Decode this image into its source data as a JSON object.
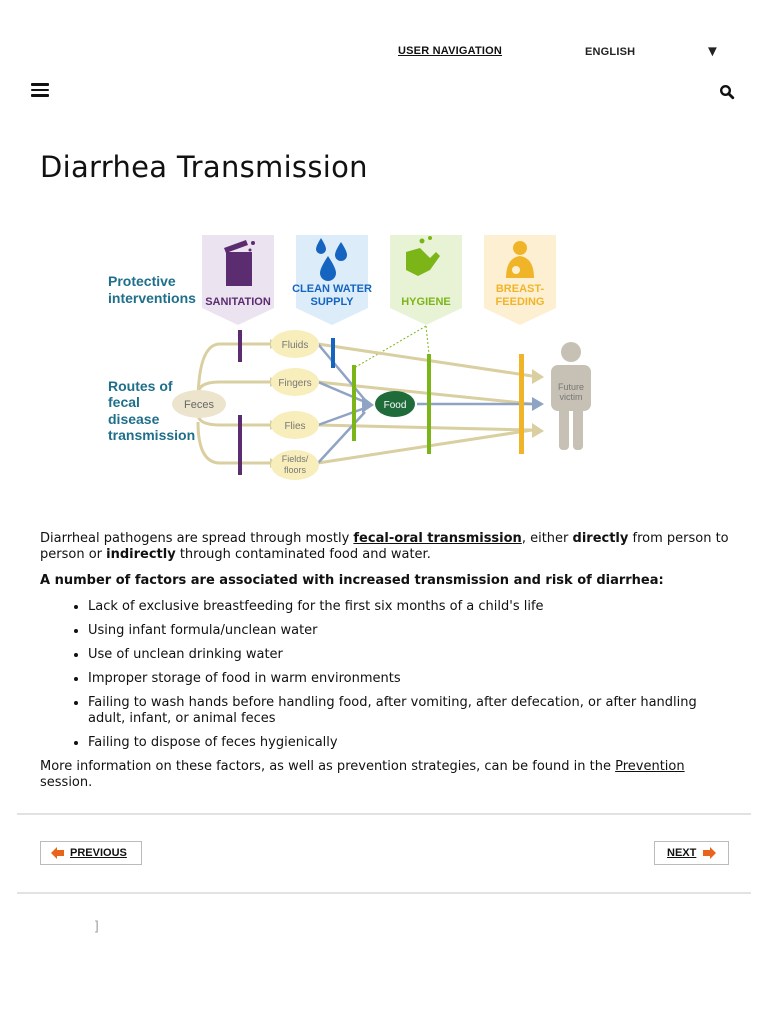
{
  "header": {
    "user_nav_label": "USER NAVIGATION",
    "language_label": "ENGLISH",
    "language_caret": "▼",
    "menu_icon": "hamburger-menu-icon",
    "search_icon": "search-icon"
  },
  "page": {
    "title": "Diarrhea Transmission"
  },
  "diagram": {
    "protective_label_1": "Protective",
    "protective_label_2": "interventions",
    "routes_label_1": "Routes of",
    "routes_label_2": "fecal",
    "routes_label_3": "disease",
    "routes_label_4": "transmission",
    "interventions": [
      {
        "label_1": "SANITATION",
        "label_2": "",
        "color": "#5b2c6f"
      },
      {
        "label_1": "CLEAN WATER",
        "label_2": "SUPPLY",
        "color": "#1565c0"
      },
      {
        "label_1": "HYGIENE",
        "label_2": "",
        "color": "#7cb518"
      },
      {
        "label_1": "BREAST-",
        "label_2": "FEEDING",
        "color": "#f0b429"
      }
    ],
    "source": "Feces",
    "routes": [
      "Fluids",
      "Fingers",
      "Flies",
      "Fields/",
      "floors"
    ],
    "food": "Food",
    "victim_1": "Future",
    "victim_2": "victim"
  },
  "content": {
    "p1_a": "Diarrheal pathogens are spread through mostly ",
    "p1_link": "fecal-oral transmission",
    "p1_b": ", either ",
    "p1_bold1": "directly",
    "p1_c": " from person to person or ",
    "p1_bold2": "indirectly",
    "p1_d": " through contaminated food and water.",
    "factors_heading": "A number of factors are associated with increased transmission and risk of diarrhea:",
    "factors": [
      "Lack of exclusive breastfeeding for the first six months of a child's life",
      "Using infant formula/unclean water",
      "Use of unclean drinking water",
      "Improper storage of food in warm environments",
      "Failing to wash hands before handling food, after vomiting, after defecation, or after handling adult, infant, or animal feces",
      "Failing to dispose of feces hygienically"
    ],
    "p3_a": "More information on these factors, as well as prevention strategies, can be found in the ",
    "p3_link": "Prevention",
    "p3_b": " session."
  },
  "pager": {
    "previous_label": "PREVIOUS",
    "next_label": "NEXT",
    "arrow_color": "#e8641b"
  },
  "footer": {
    "bracket": "]"
  }
}
